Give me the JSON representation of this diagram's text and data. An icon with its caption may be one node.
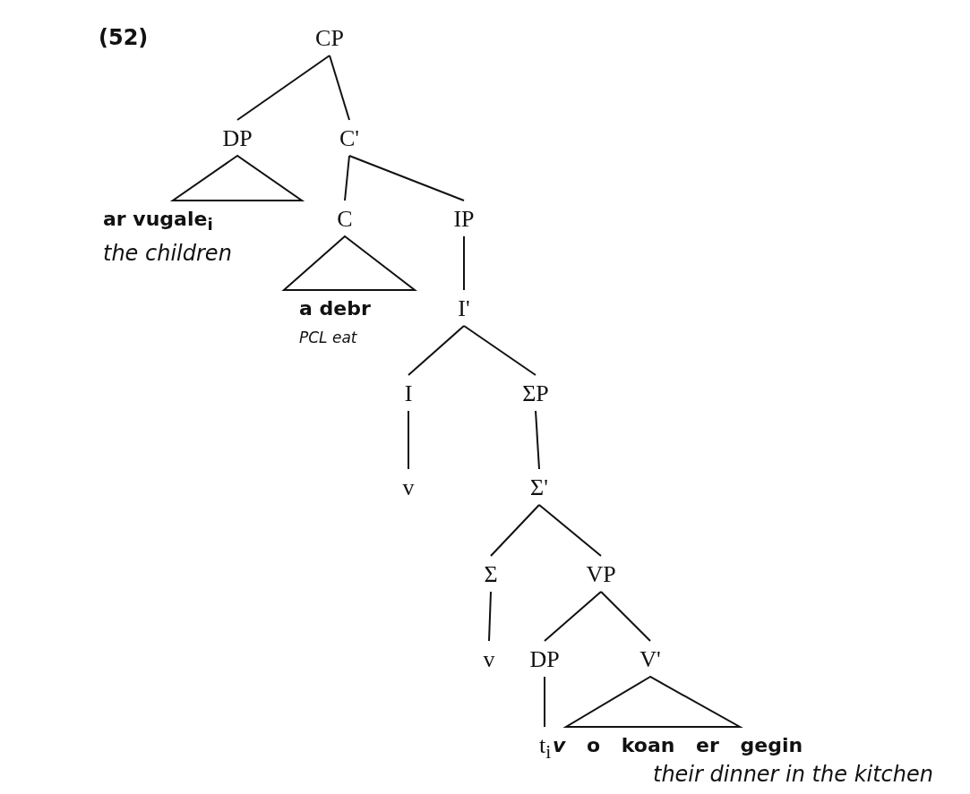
{
  "diagram": {
    "nodes": [
      {
        "text": [
          "CP"
        ]
      },
      {
        "text": [
          "DP"
        ]
      },
      {
        "text": [
          "C'"
        ]
      },
      {
        "text": [
          "ar vugale$_{i}$",
          "the children"
        ]
      },
      {
        "text": [
          "C"
        ]
      },
      {
        "text": [
          "IP"
        ]
      },
      {
        "text": [
          "a debr",
          "PCL eat"
        ]
      },
      {
        "text": [
          "I'"
        ]
      },
      {
        "text": [
          "I"
        ]
      },
      {
        "text": [
          "ΣP"
        ]
      },
      {
        "text": [
          "v"
        ]
      },
      {
        "text": [
          "Σ'"
        ]
      },
      {
        "text": [
          "Σ"
        ]
      },
      {
        "text": [
          "VP"
        ]
      },
      {
        "text": [
          "v"
        ]
      },
      {
        "text": [
          "DP"
        ]
      },
      {
        "text": [
          "V'"
        ]
      },
      {
        "text": [
          "t$_{i}$"
        ]
      },
      {
        "text": [
          "*v* o koan er gegin",
          "their dinner in the kitchen"
        ]
      }
    ],
    "edges": [
      {
        "from": 0,
        "to": 1,
        "arrow": "none"
      },
      {
        "from": 0,
        "to": 2,
        "arrow": "none"
      },
      {
        "from": 1,
        "to": 3,
        "arrow": "none"
      },
      {
        "from": 2,
        "to": 4,
        "arrow": "none"
      },
      {
        "from": 2,
        "to": 5,
        "arrow": "none"
      },
      {
        "from": 4,
        "to": 6,
        "arrow": "none"
      },
      {
        "from": 5,
        "to": 7,
        "arrow": "none"
      },
      {
        "from": 7,
        "to": 8,
        "arrow": "none"
      },
      {
        "from": 7,
        "to": 9,
        "arrow": "none"
      },
      {
        "from": 8,
        "to": 10,
        "arrow": "none"
      },
      {
        "from": 9,
        "to": 11,
        "arrow": "none"
      },
      {
        "from": 11,
        "to": 12,
        "arrow": "none"
      },
      {
        "from": 11,
        "to": 13,
        "arrow": "none"
      },
      {
        "from": 12,
        "to": 14,
        "arrow": "none"
      },
      {
        "from": 13,
        "to": 15,
        "arrow": "none"
      },
      {
        "from": 13,
        "to": 16,
        "arrow": "none"
      },
      {
        "from": 15,
        "to": 17,
        "arrow": "none"
      },
      {
        "from": 16,
        "to": 18,
        "arrow": "none"
      }
    ],
    "labels": [
      "(52)"
    ]
  }
}
